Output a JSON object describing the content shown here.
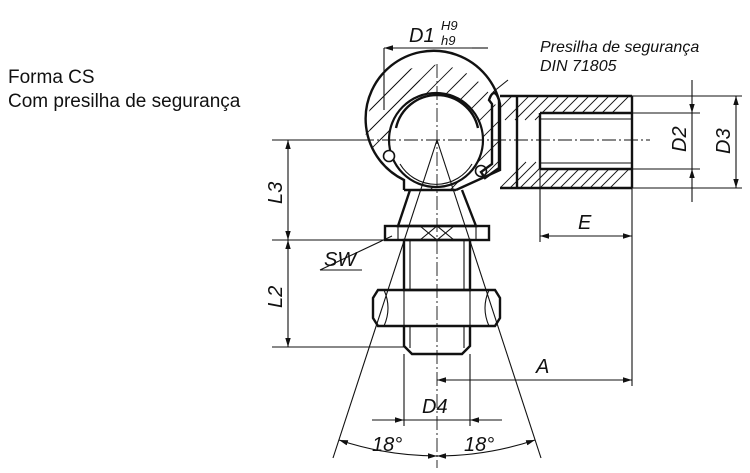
{
  "caption": {
    "line1": "Forma CS",
    "line2": "Com presilha de segurança"
  },
  "clip_note": {
    "line1": "Presilha de segurança",
    "line2": "DIN 71805"
  },
  "dimensions": {
    "d1": "D1",
    "d1_sup": "H9",
    "d1_sub": "h9",
    "d2": "D2",
    "d3": "D3",
    "e": "E",
    "a": "A",
    "l2": "L2",
    "l3": "L3",
    "sw": "SW",
    "d4": "D4",
    "angle_left": "18°",
    "angle_right": "18°"
  }
}
